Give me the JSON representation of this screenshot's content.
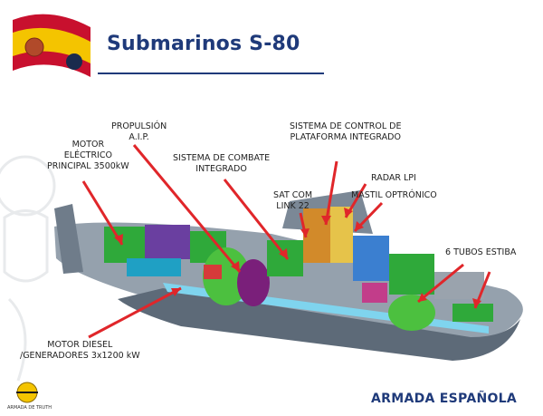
{
  "title": "Submarinos S-80",
  "footer": "ARMADA ESPAÑOLA",
  "labels": {
    "motor_electrico": [
      "MOTOR",
      "ELÉCTRICO",
      "PRINCIPAL 3500kW"
    ],
    "propulsion": [
      "PROPULSIÓN",
      "A.I.P."
    ],
    "sistema_control": [
      "SISTEMA DE CONTROL DE",
      "PLATAFORMA INTEGRADO"
    ],
    "sistema_combate": [
      "SISTEMA DE COMBATE",
      "INTEGRADO"
    ],
    "radar": [
      "RADAR LPI"
    ],
    "sat_com": [
      "SAT COM",
      "LINK 22"
    ],
    "mastil": [
      "MASTIL OPTRÓNICO"
    ],
    "tubos": [
      "6 TUBOS ESTIBA"
    ],
    "motor_diesel": [
      "MOTOR DIESEL",
      "/GENERADORES 3x1200 kW"
    ]
  },
  "colors": {
    "title": "#1f3a7a",
    "arrow": "#e0262a",
    "hull": "#8a96a3",
    "interior": "#2fa93a",
    "flag_red": "#c8102e",
    "flag_yellow": "#f4c400"
  },
  "badge_caption": "ARMADA DE TRUTH"
}
